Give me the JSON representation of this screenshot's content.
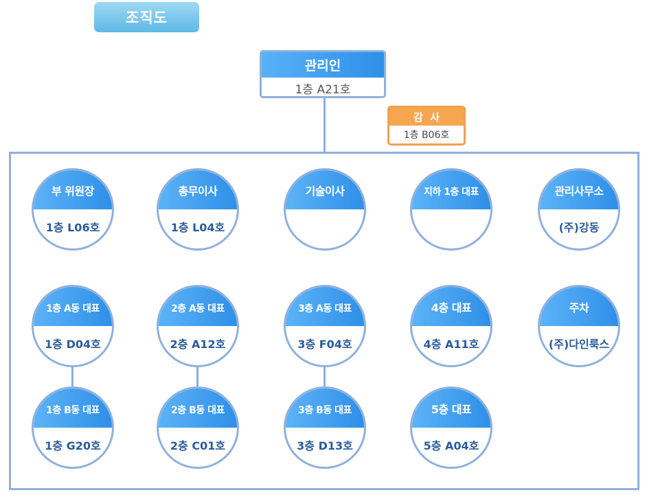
{
  "page_title": "조직도",
  "top": {
    "title": "관리인",
    "location": "1층 A21호"
  },
  "audit": {
    "title": "감  사",
    "location": "1층 B06호"
  },
  "nodes": [
    {
      "title": "부 위원장",
      "sub": "1층 L06호"
    },
    {
      "title": "총무이사",
      "sub": "1층 L04호"
    },
    {
      "title": "기술이사",
      "sub": ""
    },
    {
      "title": "지하 1층 대표",
      "sub": ""
    },
    {
      "title": "관리사무소",
      "sub": "(주)강동"
    },
    {
      "title": "1층 A동 대표",
      "sub": "1층 D04호"
    },
    {
      "title": "2층 A동 대표",
      "sub": "2층 A12호"
    },
    {
      "title": "3층 A동 대표",
      "sub": "3층 F04호"
    },
    {
      "title": "4층 대표",
      "sub": "4층 A11호"
    },
    {
      "title": "주차",
      "sub": "(주)다인룩스"
    },
    {
      "title": "1층 B동 대표",
      "sub": "1층 G20호"
    },
    {
      "title": "2층 B동 대표",
      "sub": "2층 C01호"
    },
    {
      "title": "3층 B동 대표",
      "sub": "3층 D13호"
    },
    {
      "title": "5층 대표",
      "sub": "5층 A04호"
    }
  ]
}
